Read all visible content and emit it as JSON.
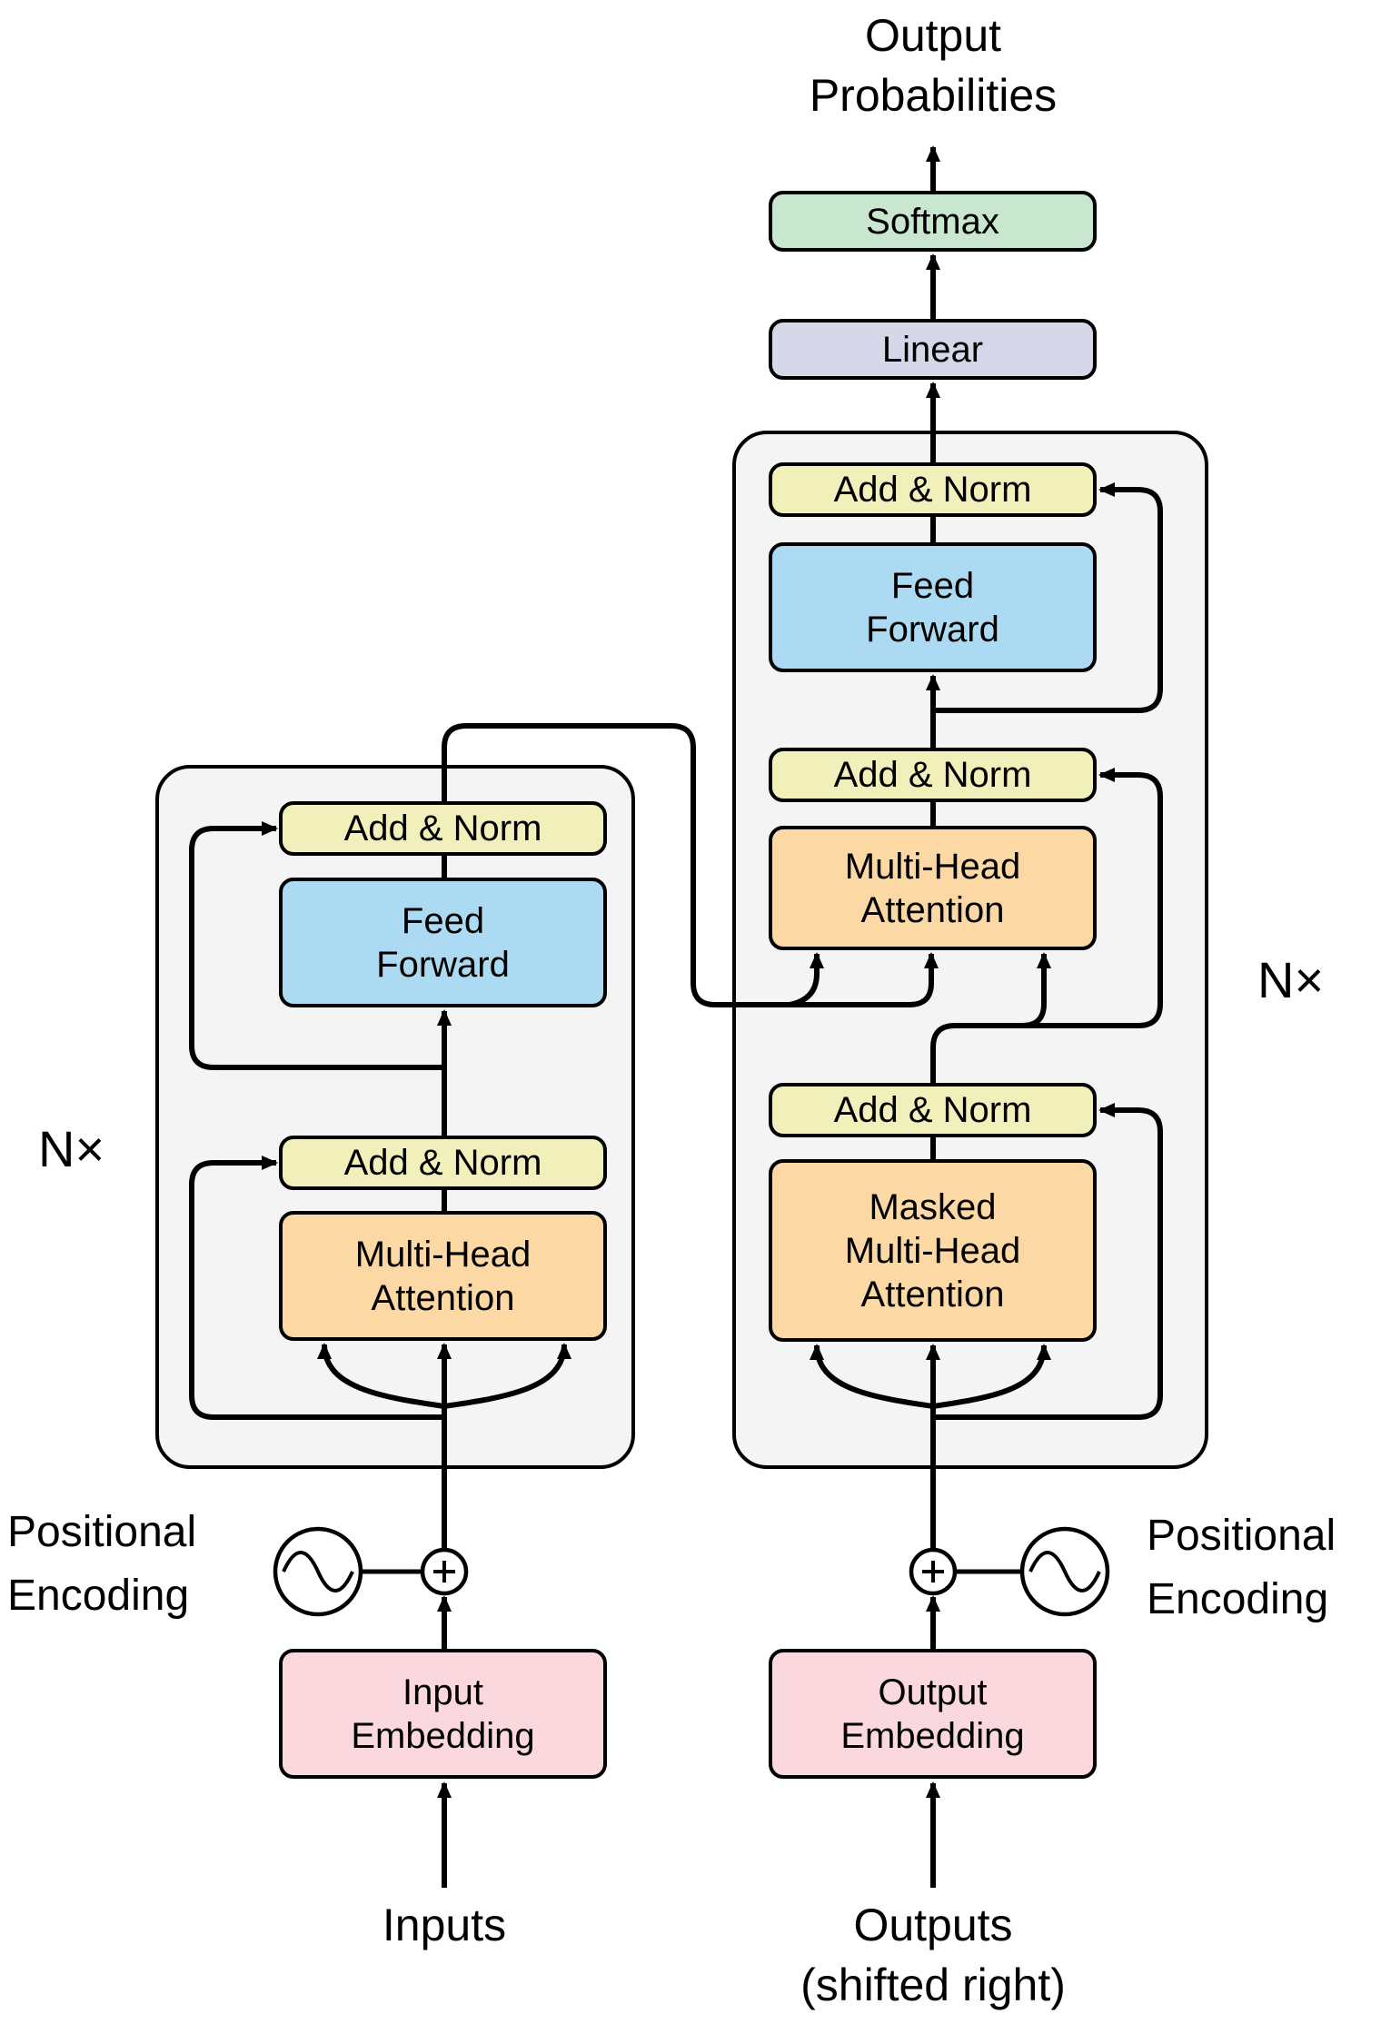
{
  "labels": {
    "output_probabilities_line1": "Output",
    "output_probabilities_line2": "Probabilities",
    "softmax": "Softmax",
    "linear": "Linear",
    "add_norm": "Add & Norm",
    "feed_forward_line1": "Feed",
    "feed_forward_line2": "Forward",
    "multi_head_line1": "Multi-Head",
    "multi_head_line2": "Attention",
    "masked_line1": "Masked",
    "masked_line2": "Multi-Head",
    "masked_line3": "Attention",
    "input_embedding_line1": "Input",
    "input_embedding_line2": "Embedding",
    "output_embedding_line1": "Output",
    "output_embedding_line2": "Embedding",
    "inputs": "Inputs",
    "outputs_line1": "Outputs",
    "outputs_line2": "(shifted right)",
    "positional_encoding_line1": "Positional",
    "positional_encoding_line2": "Encoding",
    "n_times": "N×"
  },
  "colors": {
    "softmax": "#c9e7cf",
    "linear": "#d6d7e8",
    "add_norm": "#f1f0bb",
    "feed_forward": "#abdaf2",
    "attention": "#fcd8a4",
    "embedding": "#fad8de",
    "container": "#f4f4f4",
    "line": "#000000"
  }
}
